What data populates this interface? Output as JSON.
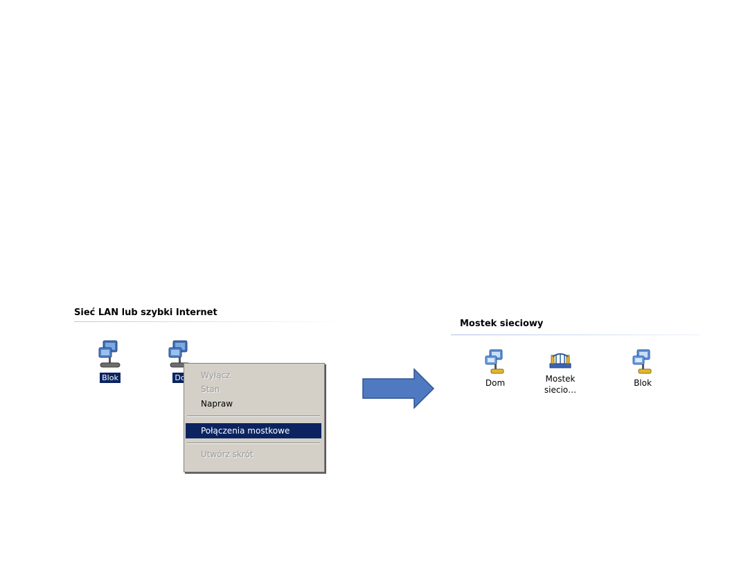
{
  "left_panel": {
    "group_title": "Sieć LAN lub szybki Internet",
    "connections": [
      {
        "label": "Blok",
        "icon": "network-connection-icon",
        "selected": true
      },
      {
        "label": "Do",
        "icon": "network-connection-icon",
        "selected": true
      }
    ],
    "context_menu": {
      "items": [
        {
          "label": "Wyłącz",
          "state": "disabled"
        },
        {
          "label": "Stan",
          "state": "disabled"
        },
        {
          "label": "Napraw",
          "state": "enabled"
        },
        {
          "label": "Połączenia mostkowe",
          "state": "highlighted"
        },
        {
          "label": "Utwórz skrót",
          "state": "disabled"
        }
      ]
    }
  },
  "arrow": {
    "icon": "right-arrow-icon",
    "color": "#4f7ac1"
  },
  "right_panel": {
    "group_title": "Mostek sieciowy",
    "items": [
      {
        "label": "Dom",
        "icon": "network-connection-icon"
      },
      {
        "label_line1": "Mostek",
        "label_line2": "siecio…",
        "icon": "network-bridge-icon"
      },
      {
        "label": "Blok",
        "icon": "network-connection-icon"
      }
    ]
  },
  "colors": {
    "selection": "#0b2461",
    "menu_bg": "#d4d0c8",
    "arrow": "#4f7ac1"
  }
}
